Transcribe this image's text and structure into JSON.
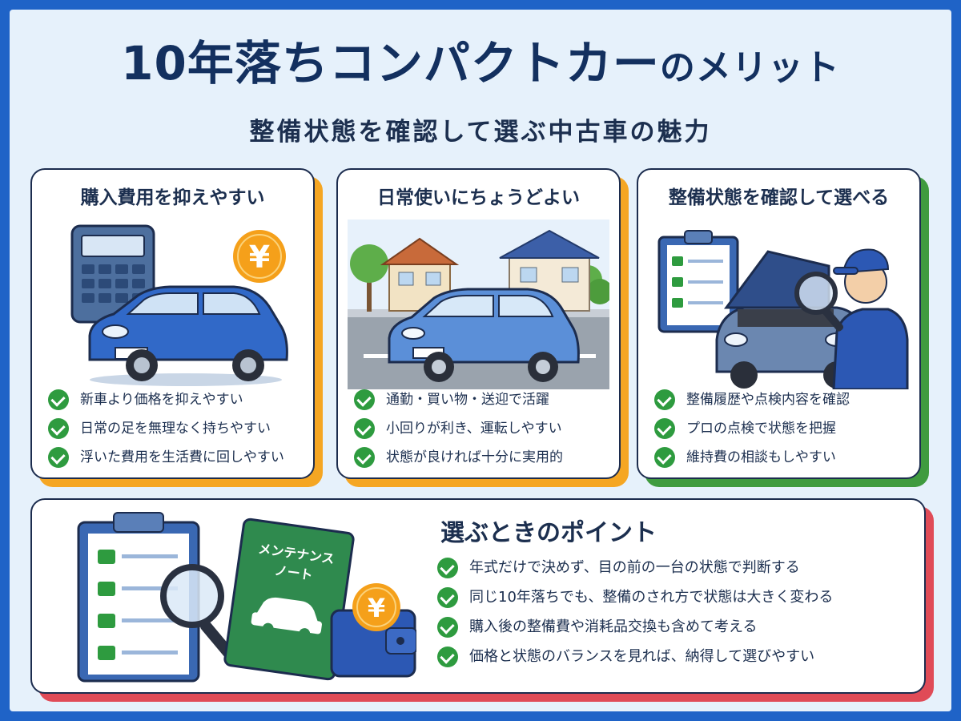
{
  "header": {
    "title_main": "10年落ちコンパクトカー",
    "title_tail": "のメリット",
    "subtitle": "整備状態を確認して選ぶ中古車の魅力"
  },
  "colors": {
    "frame": "#1f63c7",
    "background": "#e6f1fb",
    "title_text": "#13305f",
    "check": "#2e9b3f",
    "card1_accent": "#f5a623",
    "card2_accent": "#f5a623",
    "card3_accent": "#3f9b3f",
    "bottom_accent": "#e04b57"
  },
  "cards": [
    {
      "title": "購入費用を抑えやすい",
      "icons": [
        "calculator-icon",
        "yen-coin-icon",
        "car-icon"
      ],
      "coin_symbol": "¥",
      "items": [
        "新車より価格を抑えやすい",
        "日常の足を無理なく持ちやすい",
        "浮いた費用を生活費に回しやすい"
      ]
    },
    {
      "title": "日常使いにちょうどよい",
      "icons": [
        "house-icon",
        "tree-icon",
        "car-icon"
      ],
      "items": [
        "通勤・買い物・送迎で活躍",
        "小回りが利き、運転しやすい",
        "状態が良ければ十分に実用的"
      ]
    },
    {
      "title": "整備状態を確認して選べる",
      "icons": [
        "clipboard-icon",
        "mechanic-icon",
        "magnifier-icon",
        "car-icon"
      ],
      "items": [
        "整備履歴や点検内容を確認",
        "プロの点検で状態を把握",
        "維持費の相談もしやすい"
      ]
    }
  ],
  "points": {
    "title": "選ぶときのポイント",
    "notebook_label_1": "メンテナンス",
    "notebook_label_2": "ノート",
    "coin_symbol": "¥",
    "icons": [
      "clipboard-icon",
      "magnifier-icon",
      "notebook-icon",
      "wallet-icon",
      "yen-coin-icon"
    ],
    "items": [
      "年式だけで決めず、目の前の一台の状態で判断する",
      "同じ10年落ちでも、整備のされ方で状態は大きく変わる",
      "購入後の整備費や消耗品交換も含めて考える",
      "価格と状態のバランスを見れば、納得して選びやすい"
    ]
  }
}
